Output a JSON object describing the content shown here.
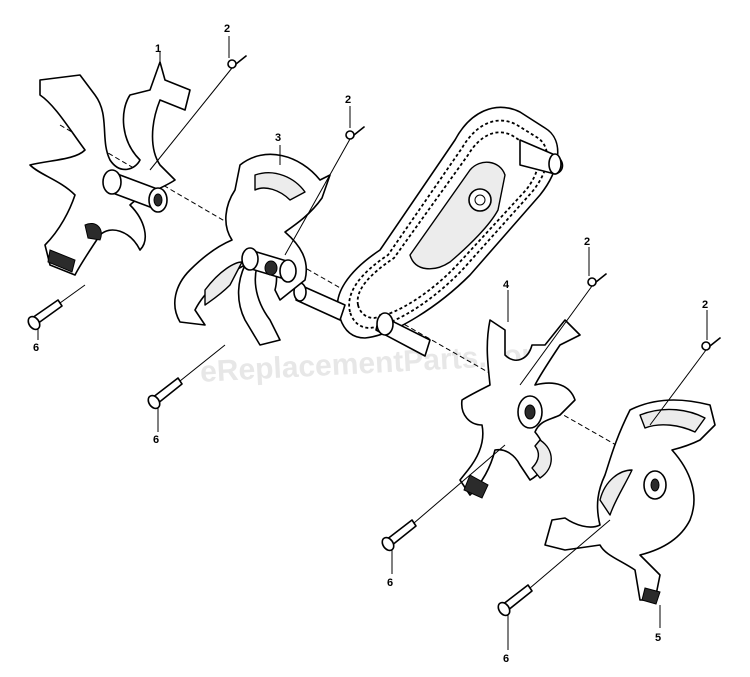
{
  "watermark": "eReplacementParts.com",
  "callouts": {
    "tine_1": "1",
    "pin_a": "2",
    "pin_b": "2",
    "pin_c": "2",
    "pin_d": "2",
    "tine_3": "3",
    "tine_4": "4",
    "tine_5": "5",
    "bolt_a": "6",
    "bolt_b": "6",
    "bolt_c": "6",
    "bolt_d": "6"
  }
}
